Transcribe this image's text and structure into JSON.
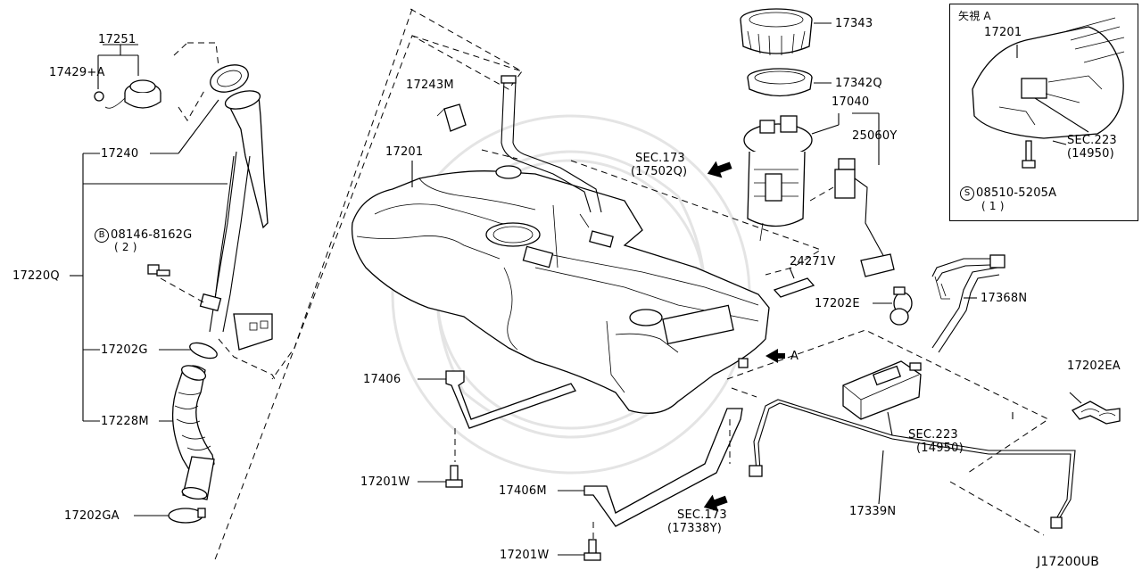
{
  "diagram": {
    "code": "J17200UB",
    "labels": {
      "p17251": "17251",
      "p17429": "17429+A",
      "p17240": "17240",
      "p08146": "08146-8162G",
      "p08146_qty": "( 2 )",
      "p17220q": "17220Q",
      "p17202g": "17202G",
      "p17228m": "17228M",
      "p17202ga": "17202GA",
      "p17243m": "17243M",
      "p17201": "17201",
      "p17406": "17406",
      "p17201w_a": "17201W",
      "p17406m": "17406M",
      "p17201w_b": "17201W",
      "p17343": "17343",
      "p17342q": "17342Q",
      "p17040": "17040",
      "p25060y": "25060Y",
      "sec173_a": "SEC.173",
      "sec173_a_ref": "(17502Q)",
      "p24271v": "24271V",
      "p17202e": "17202E",
      "p17368n": "17368N",
      "arrow_a": "A",
      "sec223_b": "SEC.223",
      "sec223_b_ref": "(14950)",
      "p17339n": "17339N",
      "sec173_b": "SEC.173",
      "sec173_b_ref": "(17338Y)",
      "p17202ea": "17202EA"
    },
    "inset": {
      "title": "矢視 A",
      "part": "17201",
      "sec": "SEC.223",
      "sec_ref": "(14950)",
      "screw": "08510-5205A",
      "screw_qty": "( 1 )",
      "screw_prefix": "S"
    },
    "bolt_prefix": "B"
  }
}
